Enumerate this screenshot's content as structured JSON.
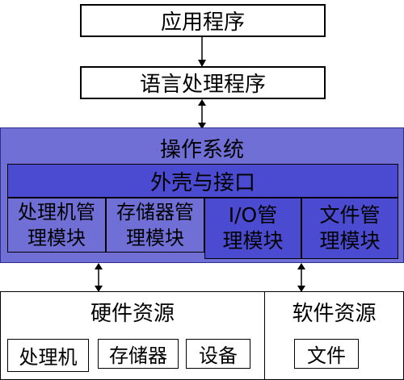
{
  "diagram": {
    "applications": "应用程序",
    "language_processor": "语言处理程序",
    "os": {
      "title": "操作系统",
      "shell": "外壳与接口",
      "modules": [
        "处理机管\n理模块",
        "存储器管\n理模块",
        "I/O管\n理模块",
        "文件管\n理模块"
      ]
    },
    "hardware": {
      "title": "硬件资源",
      "items": [
        "处理机",
        "存储器",
        "设备"
      ]
    },
    "software": {
      "title": "软件资源",
      "items": [
        "文件"
      ]
    }
  },
  "colors": {
    "os_background": "#6f6fd6",
    "inner_blue": "#4b4bd1"
  }
}
